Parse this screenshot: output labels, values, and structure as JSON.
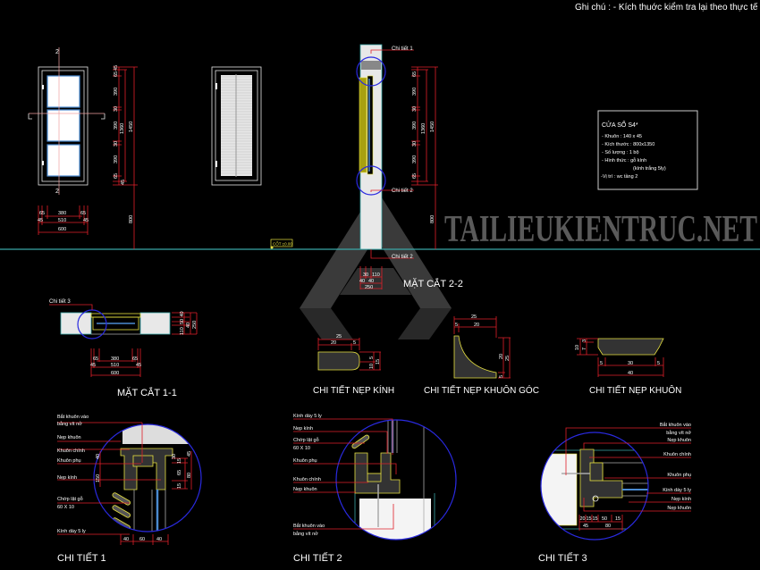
{
  "note": "Ghi chú : - Kích thuớc kiểm tra lại theo thực tế",
  "spec": {
    "title": "CỬA SỔ S4*",
    "lines": [
      "- Khuôn : 140 x 45",
      "- Kích thước : 800x1350",
      "- Số lượng : 1 bộ",
      "- Hình thức : gỗ kính",
      "(kính trắng 5ly)",
      "-Vị trí : wc tầng 2"
    ]
  },
  "elevation": {
    "section_mark": "2",
    "v_chain": [
      "45",
      "65",
      "390",
      "30",
      "390",
      "30",
      "390",
      "65",
      "45"
    ],
    "v_inner_total": "1360",
    "v_total": "1450",
    "sill": "800",
    "h_row1": [
      "65",
      "380",
      "65"
    ],
    "h_row2": [
      "45",
      "510",
      "45"
    ],
    "h_total": "600"
  },
  "level_label": "CỐT ±0.00",
  "section22": {
    "title": "MẶT CẮT 2-2",
    "callouts": [
      "Chi tiết 1",
      "Chi tiết 2",
      "Chi tiết 2"
    ],
    "bottom_row1": [
      "30",
      "110"
    ],
    "bottom_row2": [
      "40",
      "40"
    ],
    "bottom_total": "250"
  },
  "section11": {
    "title": "MẶT CẮT 1-1",
    "callout": "Chi tiết 3",
    "right_dims": [
      "40",
      "50",
      "40",
      "110"
    ],
    "right_total": "250",
    "h_row1": [
      "65",
      "380",
      "65"
    ],
    "h_row2": [
      "45",
      "510",
      "45"
    ],
    "h_total": "600"
  },
  "profiles": {
    "nep_kinh": {
      "title": "CHI TIẾT NẸP KÍNH",
      "dims": [
        "25",
        "20",
        "5",
        "5",
        "10",
        "15"
      ]
    },
    "nep_khuon_goc": {
      "title": "CHI TIẾT NẸP KHUÔN GÓC",
      "dims": [
        "25",
        "5",
        "20",
        "20",
        "25",
        "5"
      ]
    },
    "nep_khuon": {
      "title": "CHI TIẾT NẸP KHUÔN",
      "dims": [
        "10",
        "3",
        "7",
        "5",
        "30",
        "5",
        "40"
      ]
    }
  },
  "watermark": "TAILIEUKIENTRUC.NET",
  "detail1": {
    "title": "CHI TIẾT 1",
    "labels": [
      "Bắt khuôn vào",
      "bằng vít nở",
      "Nẹp khuôn",
      "Khuôn chính",
      "Khuôn  phụ",
      "Nẹp kính",
      "Chớp lật gỗ",
      "60 X 10",
      "Kính dày 5 ly"
    ],
    "bottom_dims": [
      "40",
      "60",
      "40"
    ],
    "right_dims": [
      "30",
      "15",
      "65",
      "15",
      "45",
      "80"
    ],
    "left_dims": [
      "40",
      "150"
    ]
  },
  "detail2": {
    "title": "CHI TIẾT 2",
    "labels": [
      "Kính dày 5 ly",
      "Nẹp kính",
      "Chớp lật gỗ",
      "60 X 10",
      "Khuôn  phụ",
      "Khuôn chính",
      "Nẹp khuôn",
      "Bắt khuôn vào",
      "bằng vít nở"
    ]
  },
  "detail3": {
    "title": "CHI TIẾT 3",
    "labels": [
      "Bắt khuôn vào",
      "bằng vít nở",
      "Nẹp khuôn",
      "Khuôn chính",
      "Khuôn  phụ",
      "Kính dày 5 ly",
      "Nẹp kính",
      "Nẹp khuôn"
    ],
    "dims_row1": [
      "20",
      "15",
      "15",
      "50",
      "15"
    ],
    "dims_row2": [
      "45",
      "80"
    ]
  },
  "colors": {
    "background": "#000000",
    "dimension": "#e0202a",
    "profile": "#e6e040",
    "callout_circle": "#2a2ae0",
    "ground": "#3aa7a7"
  }
}
